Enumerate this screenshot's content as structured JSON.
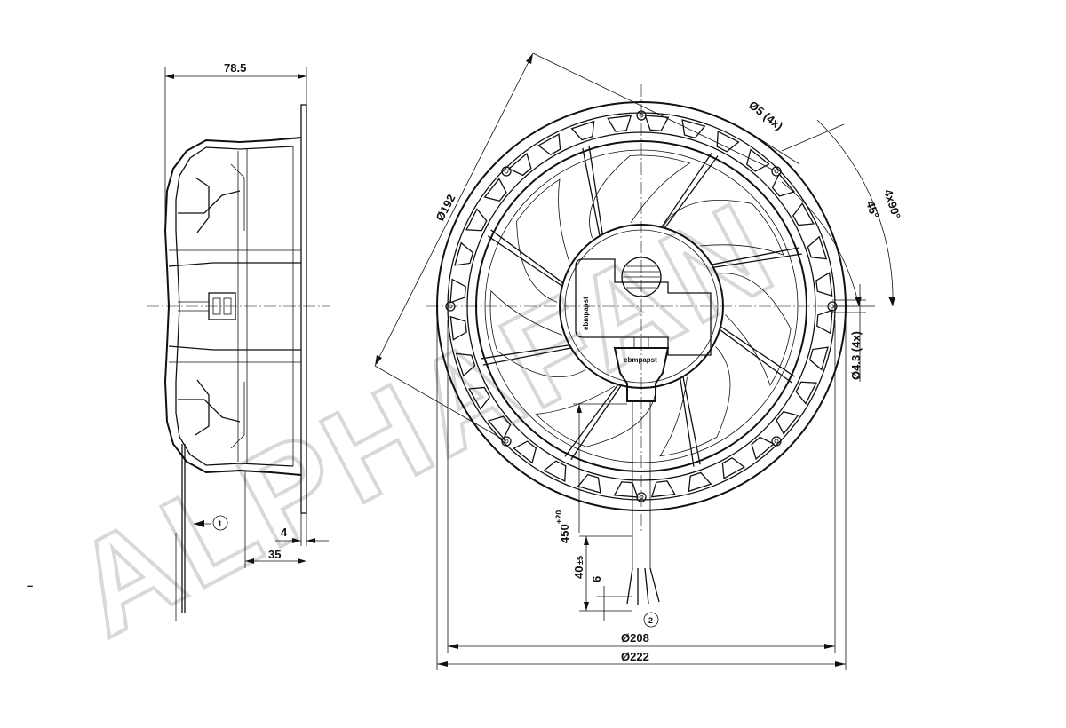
{
  "watermark": "ALPHAFAN",
  "side_view": {
    "overall_depth": "78.5",
    "flange_thickness": "4",
    "mount_offset": "35",
    "airflow_marker": "1"
  },
  "front_view": {
    "bolt_circle": "Ø192",
    "outer_diameter_inner": "Ø208",
    "outer_diameter": "Ø222",
    "mount_holes_top": "Ø5 (4x)",
    "mount_holes_side": "Ø4.3 (4x)",
    "angle_spacing": "4x90°",
    "angle_offset": "45°",
    "cable_length": "450",
    "cable_length_tol": "+20",
    "strip_length": "40",
    "strip_length_tol": "±5",
    "wire_end": "6",
    "cable_marker": "2",
    "brand_hub": "ebmpapst",
    "brand_connector": "ebmpapst"
  },
  "stray_mark": "–"
}
